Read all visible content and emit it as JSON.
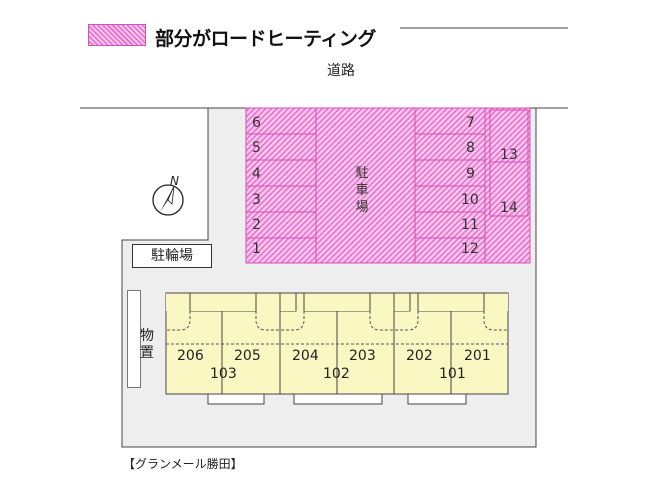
{
  "legend": {
    "label": "部分がロードヒーティング",
    "swatch_color": "#e66acb"
  },
  "road_label": "道路",
  "north_label": "N",
  "parking": {
    "center_label": "駐車場",
    "left_column": [
      "6",
      "5",
      "4",
      "3",
      "2",
      "1"
    ],
    "middle_column": [
      "7",
      "8",
      "9",
      "10",
      "11",
      "12"
    ],
    "right_column": [
      "13",
      "14"
    ]
  },
  "bicycle_parking_label": "駐輪場",
  "storage_label": "物置",
  "building": {
    "upper_units": [
      "206",
      "205",
      "204",
      "203",
      "202",
      "201"
    ],
    "lower_units": [
      "103",
      "102",
      "101"
    ],
    "fill_color": "#fbf7c2"
  },
  "property_name": "【グランメール勝田】"
}
